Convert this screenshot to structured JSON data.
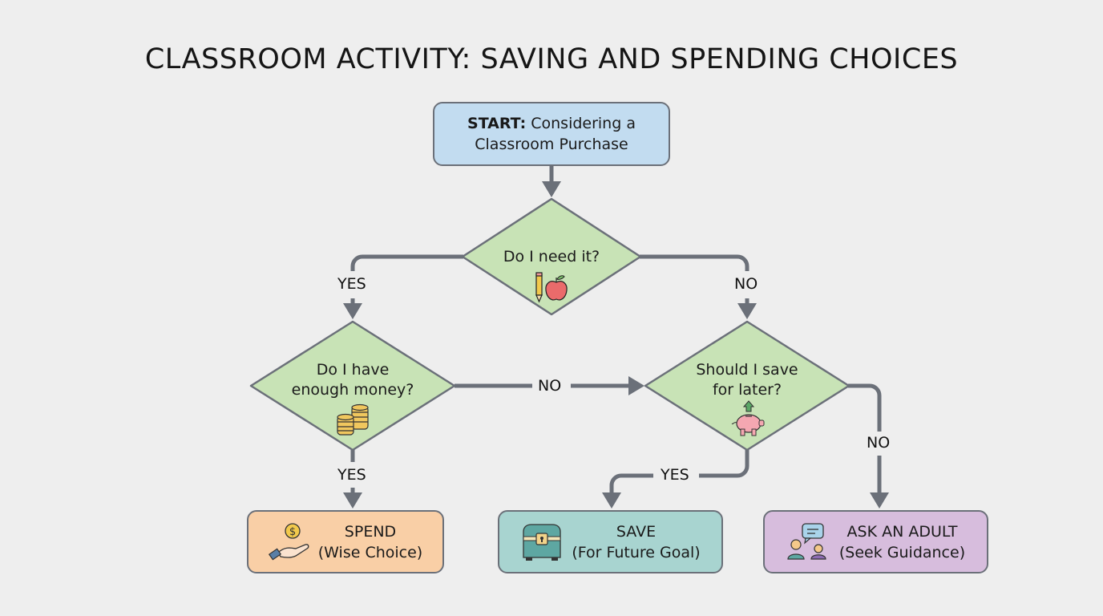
{
  "title": "CLASSROOM ACTIVITY: SAVING AND SPENDING CHOICES",
  "colors": {
    "background": "#eeeeee",
    "start_fill": "#c2dcf0",
    "decision_fill": "#c8e3b6",
    "spend_fill": "#f9cfa6",
    "save_fill": "#a8d4d0",
    "ask_fill": "#d7bddd",
    "connector": "#6b7079"
  },
  "nodes": {
    "start": {
      "prefix": "START:",
      "line1": "Considering a",
      "line2": "Classroom Purchase"
    },
    "need": {
      "line1": "Do I need it?",
      "icon": "pencil-apple-icon"
    },
    "money": {
      "line1": "Do I have",
      "line2": "enough money?",
      "icon": "coin-stack-icon"
    },
    "save_later": {
      "line1": "Should I save",
      "line2": "for later?",
      "icon": "piggy-bank-icon"
    },
    "spend": {
      "line1": "SPEND",
      "line2": "(Wise Choice)",
      "icon": "hand-coin-icon"
    },
    "save": {
      "line1": "SAVE",
      "line2": "(For Future Goal)",
      "icon": "treasure-chest-icon"
    },
    "ask": {
      "line1": "ASK AN ADULT",
      "line2": "(Seek Guidance)",
      "icon": "people-chat-icon"
    }
  },
  "edges": {
    "need_yes": "YES",
    "need_no": "NO",
    "money_no": "NO",
    "money_yes": "YES",
    "save_yes": "YES",
    "save_no": "NO"
  }
}
